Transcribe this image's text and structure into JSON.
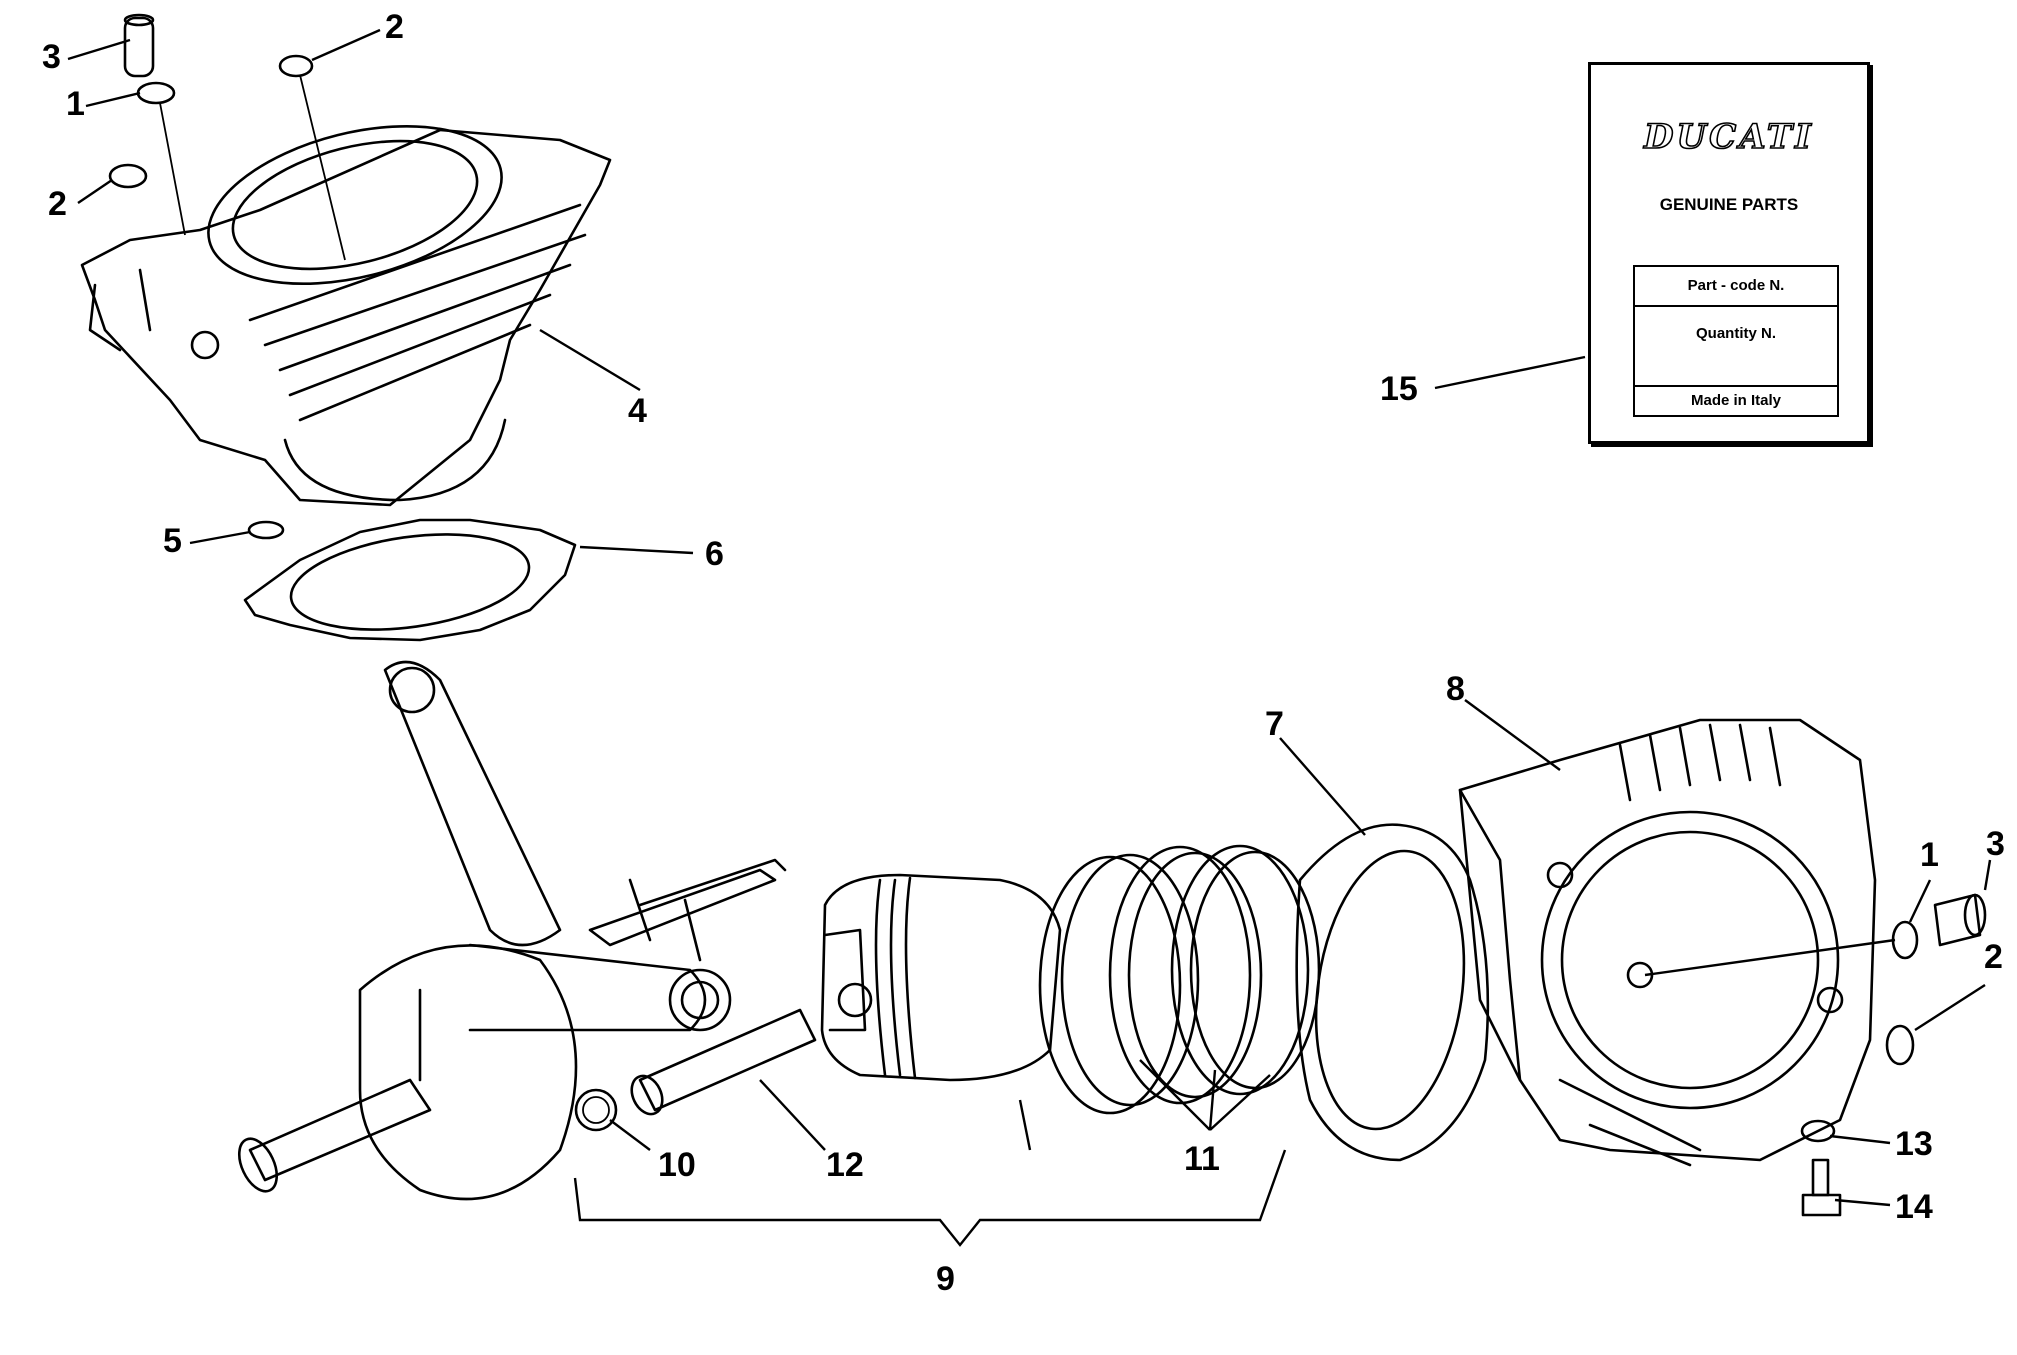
{
  "label": {
    "brand": "DUCATI",
    "subtitle": "GENUINE PARTS",
    "rows": [
      "Part - code N.",
      "Quantity N.",
      "Made in Italy"
    ]
  },
  "callouts": {
    "c1a": "1",
    "c1b": "1",
    "c2a": "2",
    "c2b": "2",
    "c2c": "2",
    "c3a": "3",
    "c3b": "3",
    "c4": "4",
    "c5": "5",
    "c6": "6",
    "c7": "7",
    "c8": "8",
    "c9": "9",
    "c10": "10",
    "c11": "11",
    "c12": "12",
    "c13": "13",
    "c14": "14",
    "c15": "15"
  }
}
